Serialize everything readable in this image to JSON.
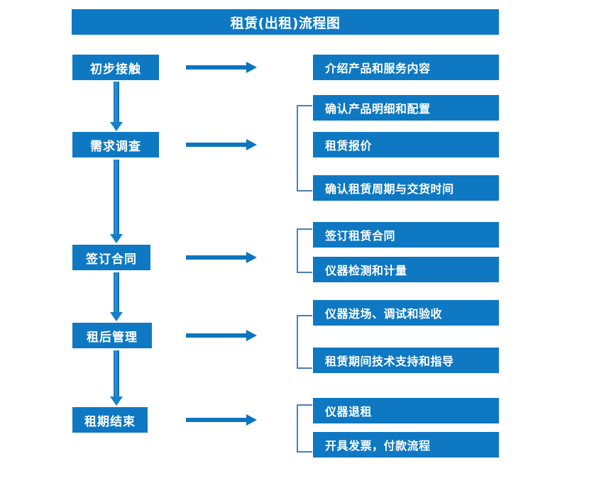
{
  "chart_title": "租赁(出租)流程图",
  "flow": {
    "title": "租赁(出租)流程图",
    "stages": [
      {
        "id": "stage-1",
        "label": "初步接触",
        "details": [
          "介绍产品和服务内容"
        ]
      },
      {
        "id": "stage-2",
        "label": "需求调查",
        "details": [
          "确认产品明细和配置",
          "租赁报价",
          "确认租赁周期与交货时间"
        ]
      },
      {
        "id": "stage-3",
        "label": "签订合同",
        "details": [
          "签订租赁合同",
          "仪器检测和计量"
        ]
      },
      {
        "id": "stage-4",
        "label": "租后管理",
        "details": [
          "仪器进场、调试和验收",
          "租赁期间技术支持和指导"
        ]
      },
      {
        "id": "stage-5",
        "label": "租期结束",
        "details": [
          "仪器退租",
          "开具发票，付款流程"
        ]
      }
    ],
    "connectors": {
      "down_arrow": "down-arrow-icon",
      "right_arrow": "right-arrow-icon",
      "group_bracket": "group-bracket-icon"
    },
    "colors": {
      "box_fill": "#0f78c3",
      "box_text": "#ffffff",
      "arrow": "#0d74bf",
      "bracket": "#4a7ebb",
      "background": "#ffffff"
    }
  },
  "boxes": {
    "stage_1_label": "初步接触",
    "stage_2_label": "需求调查",
    "stage_3_label": "签订合同",
    "stage_4_label": "租后管理",
    "stage_5_label": "租期结束",
    "detail_1_1": "介绍产品和服务内容",
    "detail_2_1": "确认产品明细和配置",
    "detail_2_2": "租赁报价",
    "detail_2_3": "确认租赁周期与交货时间",
    "detail_3_1": "签订租赁合同",
    "detail_3_2": "仪器检测和计量",
    "detail_4_1": "仪器进场、调试和验收",
    "detail_4_2": "租赁期间技术支持和指导",
    "detail_5_1": "仪器退租",
    "detail_5_2": "开具发票，付款流程"
  }
}
